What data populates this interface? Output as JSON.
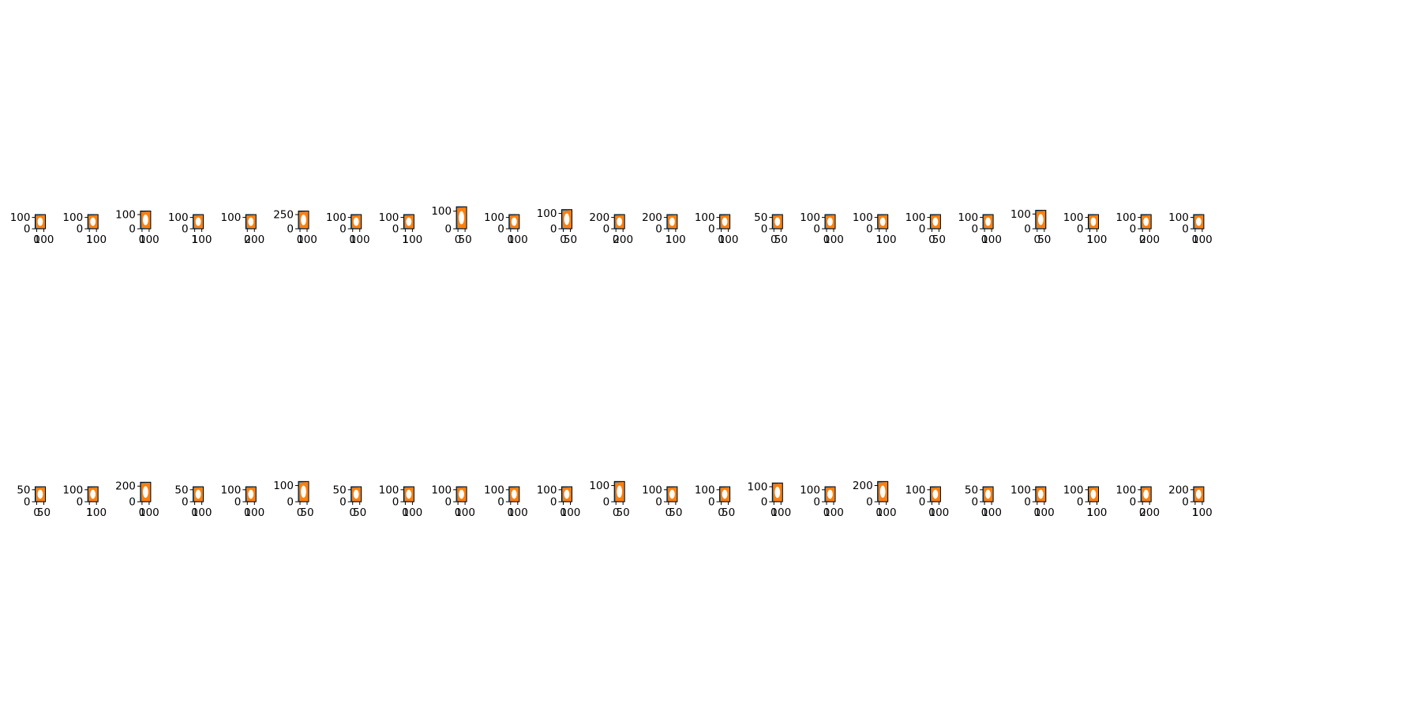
{
  "figure": {
    "background": "#ffffff",
    "rows": 2,
    "columns": 24
  },
  "colors": {
    "fill_blue": "#1f77b4",
    "outline_orange": "#ff7f0e",
    "hole": "#ffffff",
    "frame": "#000000"
  },
  "chart_data": [
    {
      "type": "area",
      "row": 1,
      "title": "",
      "legend": "none",
      "grid": false,
      "series_colors": [
        "#1f77b4",
        "#ff7f0e"
      ],
      "panels": [
        {
          "yticks": [
            "100",
            "0"
          ],
          "xticks": [
            "0",
            "100"
          ]
        },
        {
          "yticks": [
            "100",
            "0"
          ],
          "xticks": [
            "1",
            "100"
          ]
        },
        {
          "yticks": [
            "100",
            "0"
          ],
          "xticks": [
            "0",
            "100"
          ]
        },
        {
          "yticks": [
            "100",
            "0"
          ],
          "xticks": [
            "1",
            "100"
          ]
        },
        {
          "yticks": [
            "100"
          ],
          "xticks": [
            "0",
            "200"
          ]
        },
        {
          "yticks": [
            "250",
            "0"
          ],
          "xticks": [
            "0",
            "100"
          ]
        },
        {
          "yticks": [
            "100",
            "0"
          ],
          "xticks": [
            "0",
            "100"
          ]
        },
        {
          "yticks": [
            "100",
            "0"
          ],
          "xticks": [
            "1",
            "100"
          ]
        },
        {
          "yticks": [
            "100",
            "0"
          ],
          "xticks": [
            "0",
            "50"
          ]
        },
        {
          "yticks": [
            "100",
            "0"
          ],
          "xticks": [
            "0",
            "100"
          ]
        },
        {
          "yticks": [
            "100",
            "0"
          ],
          "xticks": [
            "0",
            "50"
          ]
        },
        {
          "yticks": [
            "200",
            "0"
          ],
          "xticks": [
            "0",
            "200"
          ]
        },
        {
          "yticks": [
            "200",
            "0"
          ],
          "xticks": [
            "1",
            "100"
          ]
        },
        {
          "yticks": [
            "100",
            "0"
          ],
          "xticks": [
            "0",
            "100"
          ]
        },
        {
          "yticks": [
            "50",
            "0"
          ],
          "xticks": [
            "0",
            "50"
          ]
        },
        {
          "yticks": [
            "100",
            "0"
          ],
          "xticks": [
            "0",
            "100"
          ]
        },
        {
          "yticks": [
            "100",
            "0"
          ],
          "xticks": [
            "1",
            "100"
          ]
        },
        {
          "yticks": [
            "100",
            "0"
          ],
          "xticks": [
            "0",
            "50"
          ]
        },
        {
          "yticks": [
            "100",
            "0"
          ],
          "xticks": [
            "0",
            "100"
          ]
        },
        {
          "yticks": [
            "100",
            "0"
          ],
          "xticks": [
            "0",
            "50"
          ]
        },
        {
          "yticks": [
            "100",
            "0"
          ],
          "xticks": [
            "1",
            "100"
          ]
        },
        {
          "yticks": [
            "100",
            "0"
          ],
          "xticks": [
            "0",
            "200"
          ]
        },
        {
          "yticks": [
            "100",
            "0"
          ],
          "xticks": [
            "0",
            "100"
          ]
        }
      ]
    },
    {
      "type": "area",
      "row": 2,
      "title": "",
      "legend": "none",
      "grid": false,
      "series_colors": [
        "#1f77b4",
        "#ff7f0e"
      ],
      "panels": [
        {
          "yticks": [
            "50",
            "0"
          ],
          "xticks": [
            "0",
            "50"
          ]
        },
        {
          "yticks": [
            "100",
            "0"
          ],
          "xticks": [
            "1",
            "100"
          ]
        },
        {
          "yticks": [
            "200",
            "0"
          ],
          "xticks": [
            "0",
            "100"
          ]
        },
        {
          "yticks": [
            "50",
            "0"
          ],
          "xticks": [
            "0",
            "100"
          ]
        },
        {
          "yticks": [
            "100",
            "0"
          ],
          "xticks": [
            "0",
            "100"
          ]
        },
        {
          "yticks": [
            "100",
            "0"
          ],
          "xticks": [
            "0",
            "50"
          ]
        },
        {
          "yticks": [
            "50",
            "0"
          ],
          "xticks": [
            "0",
            "50"
          ]
        },
        {
          "yticks": [
            "100",
            "0"
          ],
          "xticks": [
            "0",
            "100"
          ]
        },
        {
          "yticks": [
            "100",
            "0"
          ],
          "xticks": [
            "0",
            "100"
          ]
        },
        {
          "yticks": [
            "100",
            "0"
          ],
          "xticks": [
            "0",
            "100"
          ]
        },
        {
          "yticks": [
            "100",
            "0"
          ],
          "xticks": [
            "0",
            "100"
          ]
        },
        {
          "yticks": [
            "100",
            "0"
          ],
          "xticks": [
            "0",
            "50"
          ]
        },
        {
          "yticks": [
            "100",
            "0"
          ],
          "xticks": [
            "0",
            "50"
          ]
        },
        {
          "yticks": [
            "100",
            "0"
          ],
          "xticks": [
            "0",
            "50"
          ]
        },
        {
          "yticks": [
            "100",
            "0"
          ],
          "xticks": [
            "0",
            "100"
          ]
        },
        {
          "yticks": [
            "100",
            "0"
          ],
          "xticks": [
            "0",
            "100"
          ]
        },
        {
          "yticks": [
            "200",
            "0"
          ],
          "xticks": [
            "0",
            "100"
          ]
        },
        {
          "yticks": [
            "100",
            "0"
          ],
          "xticks": [
            "0",
            "100"
          ]
        },
        {
          "yticks": [
            "50",
            "0"
          ],
          "xticks": [
            "0",
            "100"
          ]
        },
        {
          "yticks": [
            "100",
            "0"
          ],
          "xticks": [
            "0",
            "100"
          ]
        },
        {
          "yticks": [
            "100",
            "0"
          ],
          "xticks": [
            "1",
            "100"
          ]
        },
        {
          "yticks": [
            "100",
            "0"
          ],
          "xticks": [
            "0",
            "200"
          ]
        },
        {
          "yticks": [
            "200",
            "0"
          ],
          "xticks": [
            "1",
            "100"
          ]
        }
      ]
    }
  ]
}
